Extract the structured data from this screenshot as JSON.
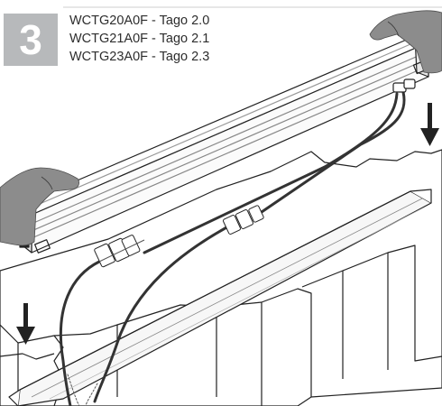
{
  "step": {
    "number": "3"
  },
  "models": [
    {
      "label": "WCTG20A0F - Tago 2.0"
    },
    {
      "label": "WCTG21A0F - Tago 2.1"
    },
    {
      "label": "WCTG23A0F - Tago 2.3"
    }
  ],
  "colors": {
    "badge": "#b7b9bb",
    "line": "#222222",
    "cable": "#333333",
    "hand": "#8c8c8c",
    "text": "#2d2d2d"
  },
  "icons": {
    "down_arrow_left": "arrow-down-icon",
    "down_arrow_right": "arrow-down-icon"
  }
}
